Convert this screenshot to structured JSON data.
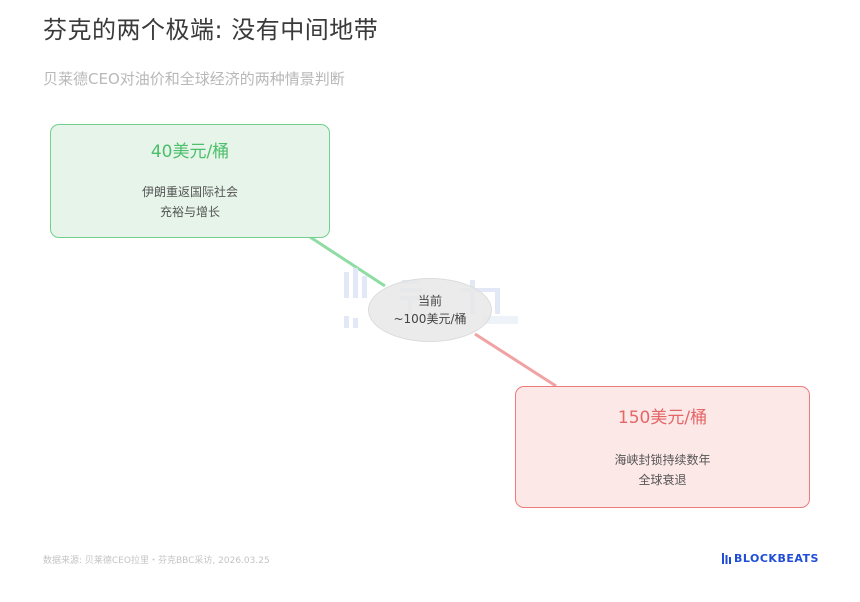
{
  "title": "芬克的两个极端: 没有中间地带",
  "subtitle": "贝莱德CEO对油价和全球经济的两种情景判断",
  "scenarios": {
    "low": {
      "price": "40美元/桶",
      "desc_line1": "伊朗重返国际社会",
      "desc_line2": "充裕与增长",
      "color": "#4cbf6a"
    },
    "current": {
      "line1": "当前",
      "line2": "~100美元/桶"
    },
    "high": {
      "price": "150美元/桶",
      "desc_line1": "海峡封锁持续数年",
      "desc_line2": "全球衰退",
      "color": "#e46666"
    }
  },
  "footer": {
    "source": "数据来源: 贝莱德CEO拉里・芬克BBC采访, 2026.03.25",
    "brand": "BLOCKBEATS",
    "brand_color": "#1f4dd6"
  }
}
